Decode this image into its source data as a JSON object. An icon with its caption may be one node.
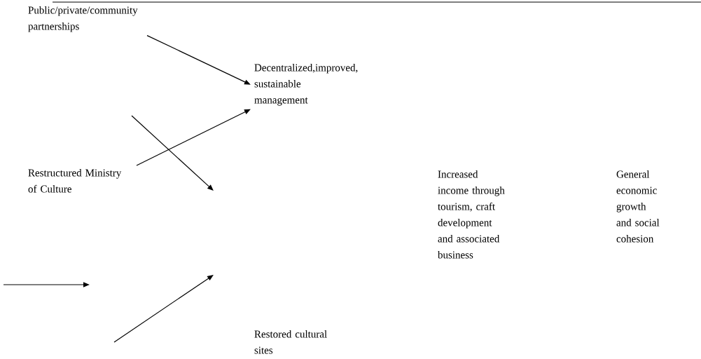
{
  "diagram": {
    "nodes": [
      {
        "text": [
          "Public/private/community partnerships"
        ]
      },
      {
        "text": [
          "Decentralized,improved, sustainable management"
        ]
      },
      {
        "text": [
          "Restructured Ministry of Culture"
        ]
      },
      {
        "text": [
          "Restored cultural sites"
        ]
      },
      {
        "text": [
          "Increased income through tourism, craft development and associated business"
        ]
      },
      {
        "text": [
          "General economic growth and social cohesion"
        ]
      }
    ],
    "edges": [
      {
        "from": 0,
        "to": 1,
        "arrow": "to"
      },
      {
        "from": 2,
        "to": 1,
        "arrow": "to"
      }
    ]
  }
}
